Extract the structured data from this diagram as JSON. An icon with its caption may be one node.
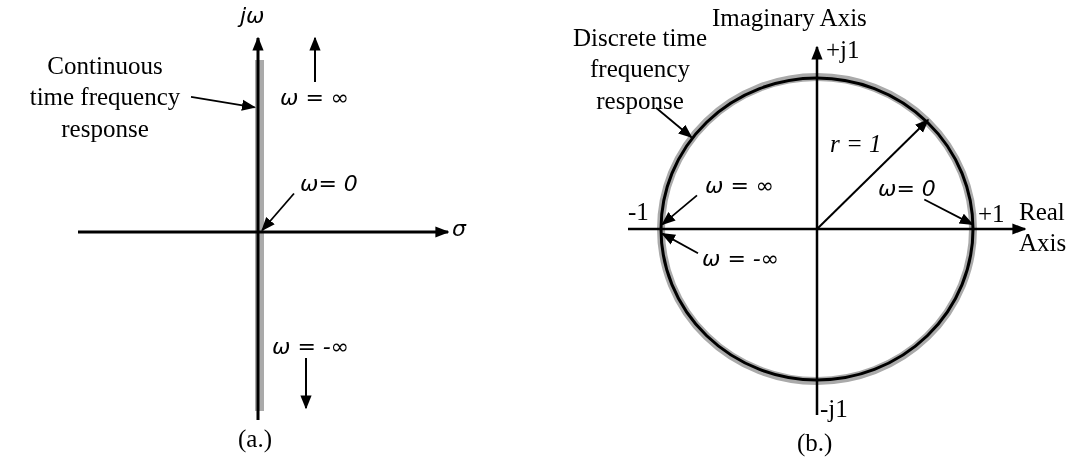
{
  "diagram": {
    "nodes": [
      {
        "text": [
          "Continuous time frequency response"
        ]
      },
      {
        "text": [],
        "shape": "bar"
      },
      {
        "text": [
          "ω= 0"
        ]
      },
      {
        "text": [
          "Discrete time frequency response"
        ]
      },
      {
        "text": [],
        "shape": "circle"
      },
      {
        "text": [
          "ω = ∞"
        ],
        "in": 4
      },
      {
        "text": [
          "ω = -∞"
        ],
        "in": 4
      },
      {
        "text": [
          "ω= 0"
        ],
        "in": 4
      }
    ],
    "edges": [
      {
        "from": 0,
        "to": 1,
        "arrow": "to"
      },
      {
        "from": 2,
        "to": 1,
        "arrow": "to"
      },
      {
        "from": 3,
        "to": 4,
        "arrow": "to"
      },
      {
        "from": 5,
        "to": 4,
        "arrow": "to"
      },
      {
        "from": 6,
        "to": 4,
        "arrow": "to"
      },
      {
        "from": 7,
        "to": 4,
        "arrow": "to"
      }
    ],
    "labels": [
      "jω",
      "ω = ∞",
      "σ",
      "ω = -∞",
      "(a.)",
      "Imaginary Axis",
      "+j1",
      "r = 1",
      "-1",
      "+1",
      "Real Axis",
      "-j1",
      "(b.)"
    ]
  }
}
